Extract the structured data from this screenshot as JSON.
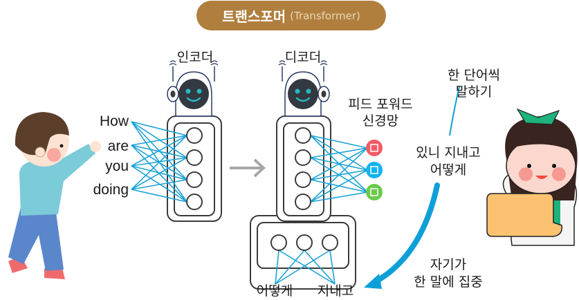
{
  "title": {
    "main": "트랜스포머",
    "sub": "(Transformer)"
  },
  "colors": {
    "title_bg": "#b07f3e",
    "connection": "#1ba3d6",
    "arrow_big": "#0d9fd8",
    "arrow_gray": "#a8a8a8",
    "output_red": "#f25c66",
    "output_blue": "#12b3f0",
    "output_green": "#6cc94a",
    "robot_face": "#333940",
    "robot_eyes": "#28b8c4"
  },
  "encoder": {
    "label": "인코더",
    "input_words": [
      "How",
      "are",
      "you",
      "doing"
    ],
    "node_count": 4
  },
  "decoder": {
    "label": "디코더",
    "node_count": 4,
    "attention_node_count": 3,
    "attention_inputs": [
      "어떻게",
      "지내고"
    ]
  },
  "feed_forward": {
    "label_line1": "피드 포워드",
    "label_line2": "신경망",
    "outputs": [
      "red",
      "blue",
      "green"
    ]
  },
  "annotations": {
    "word_by_word_line1": "한 단어씩",
    "word_by_word_line2": "말하기",
    "generated_line1": "있니  지내고",
    "generated_line2": "어떻게",
    "self_attention_line1": "자기가",
    "self_attention_line2": "한 말에 집중"
  }
}
